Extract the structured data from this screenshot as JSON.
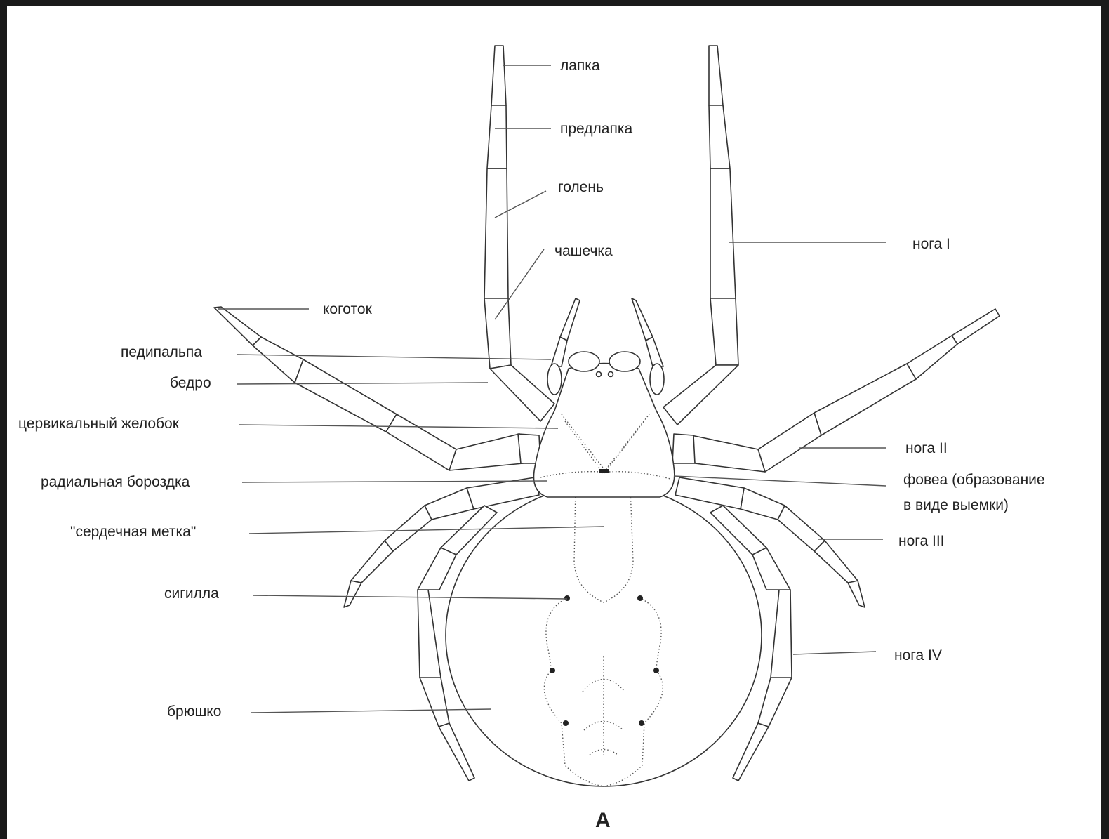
{
  "figure_letter": "A",
  "labels": {
    "lapka": "лапка",
    "predlapka": "предлапка",
    "golen": "голень",
    "chashechka": "чашечка",
    "kogotok": "коготок",
    "pedipalpa": "педипальпа",
    "bedro": "бедро",
    "cervical_groove": "цервикальный желобок",
    "radial_groove": "радиальная бороздка",
    "heart_mark": "\"сердечная метка\"",
    "sigilla": "сигилла",
    "abdomen": "брюшко",
    "leg1": "нога I",
    "leg2": "нога II",
    "fovea_line1": "фовеа (образование",
    "fovea_line2": "в виде выемки)",
    "leg3": "нога III",
    "leg4": "нога IV"
  }
}
